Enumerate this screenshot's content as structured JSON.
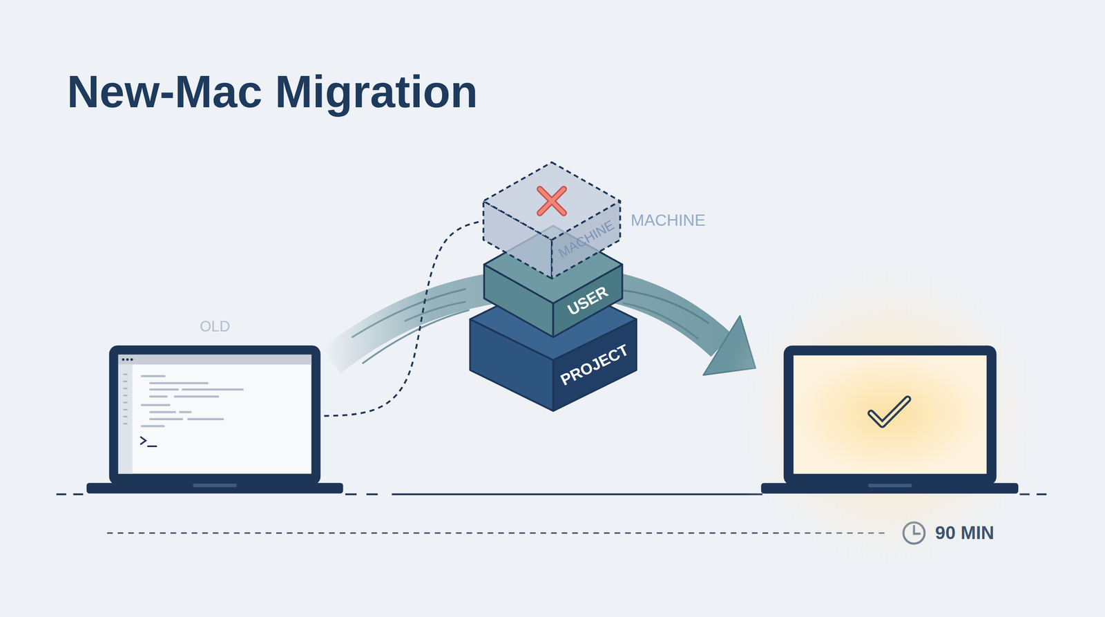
{
  "diagram": {
    "title": "New-Mac Migration",
    "nodes": [
      {
        "text": [
          "OLD"
        ]
      },
      {
        "text": [
          "MACHINE",
          "MACHINE"
        ]
      },
      {
        "text": [
          "USER"
        ]
      },
      {
        "text": [
          "PROJECT"
        ]
      }
    ],
    "edges": [
      {
        "from": 0,
        "to": 1,
        "arrow": "none"
      }
    ],
    "labels": [
      "90 MIN"
    ]
  }
}
